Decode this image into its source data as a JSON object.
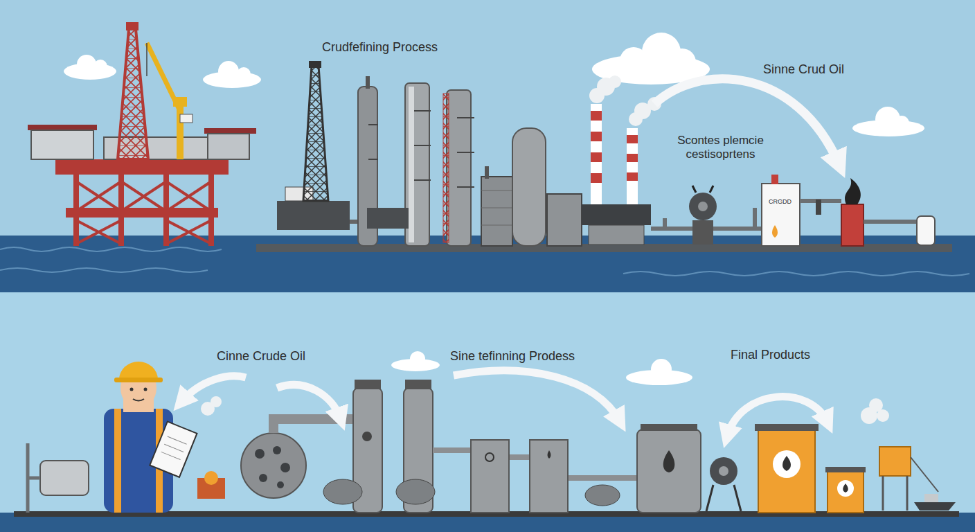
{
  "diagram": {
    "title": "Crudfefining Process",
    "labels": [
      "Sinne Crud Oil",
      "Scontes plemcie cestisoprtens",
      "CRGDD",
      "Cinne Crude Oil",
      "Sine tefinning Prodess",
      "Final Products"
    ]
  }
}
